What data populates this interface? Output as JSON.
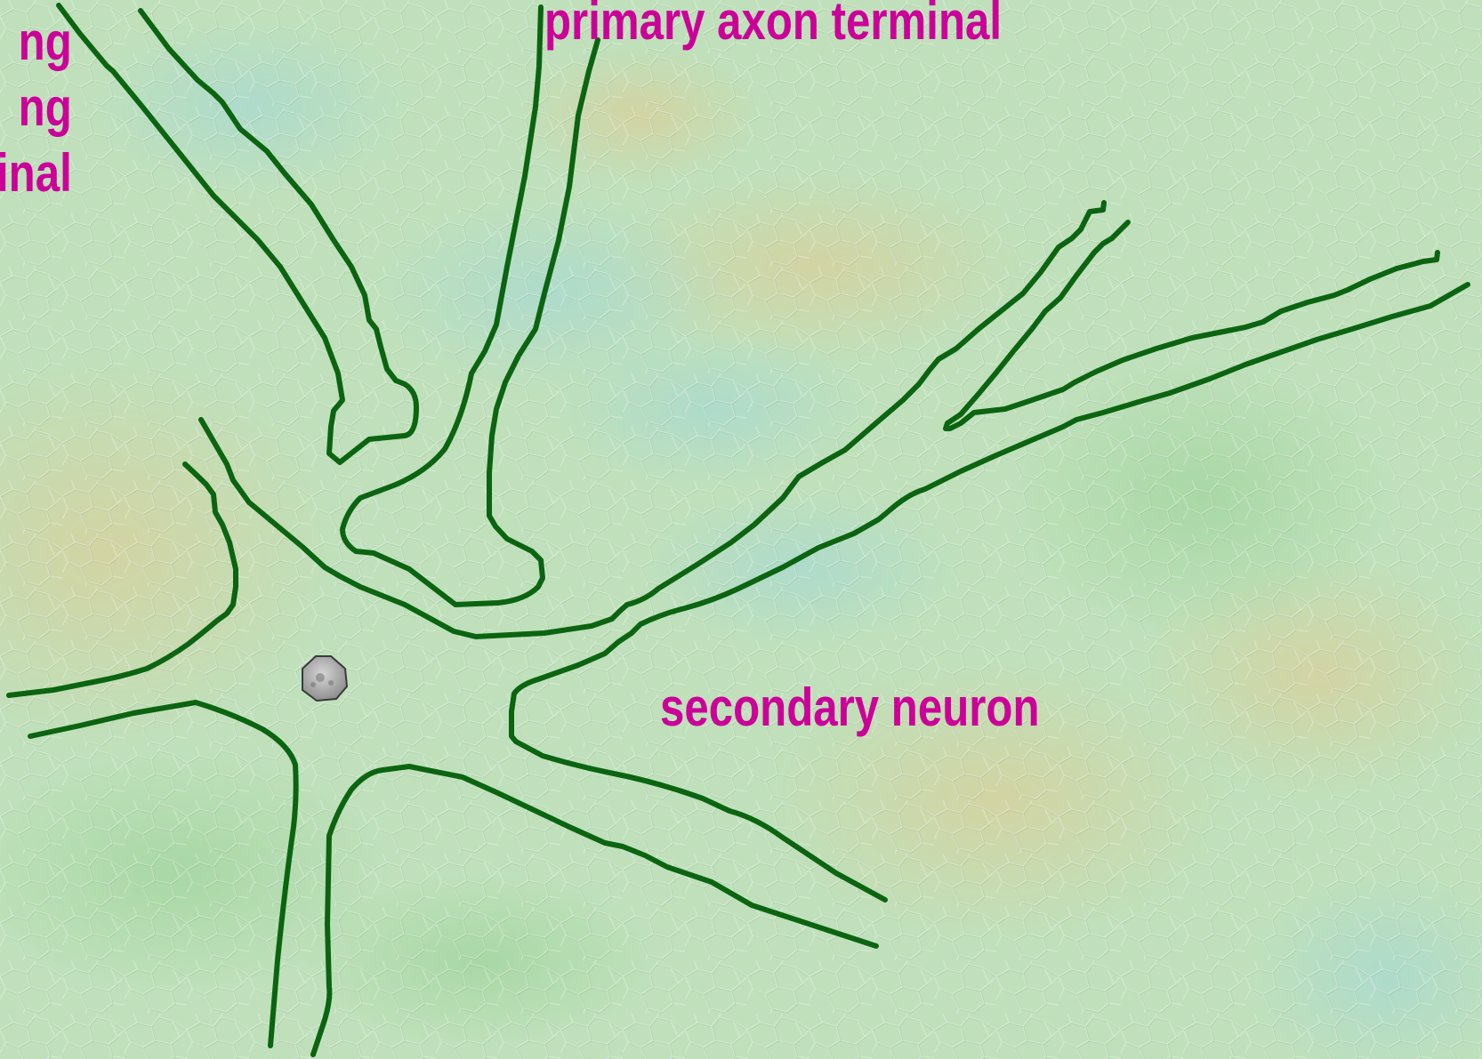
{
  "labels": {
    "primary_axon_terminal": "primary axon terminal",
    "secondary_neuron": "secondary neuron",
    "cut_off_left": [
      "ng",
      "ng",
      "inal"
    ]
  },
  "colors": {
    "background_base": "#bfe0bb",
    "neuron_outline": "#0b6410",
    "label_text": "#cc0099",
    "vesicle_fill": "#a8a8a8",
    "vesicle_stroke": "#3a3a3a"
  },
  "elements": {
    "vesicle_icon": "octagon-vesicle-icon"
  }
}
